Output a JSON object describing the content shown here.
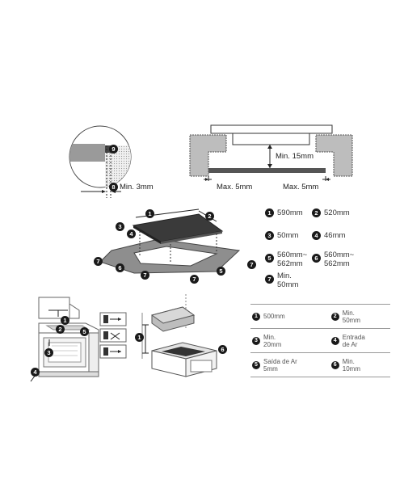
{
  "detail_circle": {
    "badge9": "9",
    "badge8": "8",
    "min_label": "Min. 3mm"
  },
  "section_view": {
    "min_height": "Min. 15mm",
    "max_left": "Max. 5mm",
    "max_right": "Max. 5mm"
  },
  "cutout_diagram": {
    "badges": [
      "1",
      "2",
      "3",
      "4",
      "5",
      "6",
      "7"
    ]
  },
  "dimension_list": [
    {
      "n": "1",
      "text": "590mm"
    },
    {
      "n": "2",
      "text": "520mm"
    },
    {
      "n": "3",
      "text": "50mm"
    },
    {
      "n": "4",
      "text": "46mm"
    },
    {
      "n": "5",
      "text": "560mm~\n562mm"
    },
    {
      "n": "6",
      "text": "560mm~\n562mm"
    },
    {
      "n": "7",
      "text": "Min.\n50mm"
    }
  ],
  "install_badges": [
    "1",
    "2",
    "3",
    "4",
    "5",
    "6"
  ],
  "requirements_table": [
    [
      {
        "n": "1",
        "text": "500mm"
      },
      {
        "n": "2",
        "text": "Min.\n50mm"
      }
    ],
    [
      {
        "n": "3",
        "text": "Min.\n20mm"
      },
      {
        "n": "4",
        "text": "Entrada\nde Ar"
      }
    ],
    [
      {
        "n": "5",
        "text": "Saída de Ar\n5mm"
      },
      {
        "n": "6",
        "text": "Min.\n10mm"
      }
    ]
  ]
}
